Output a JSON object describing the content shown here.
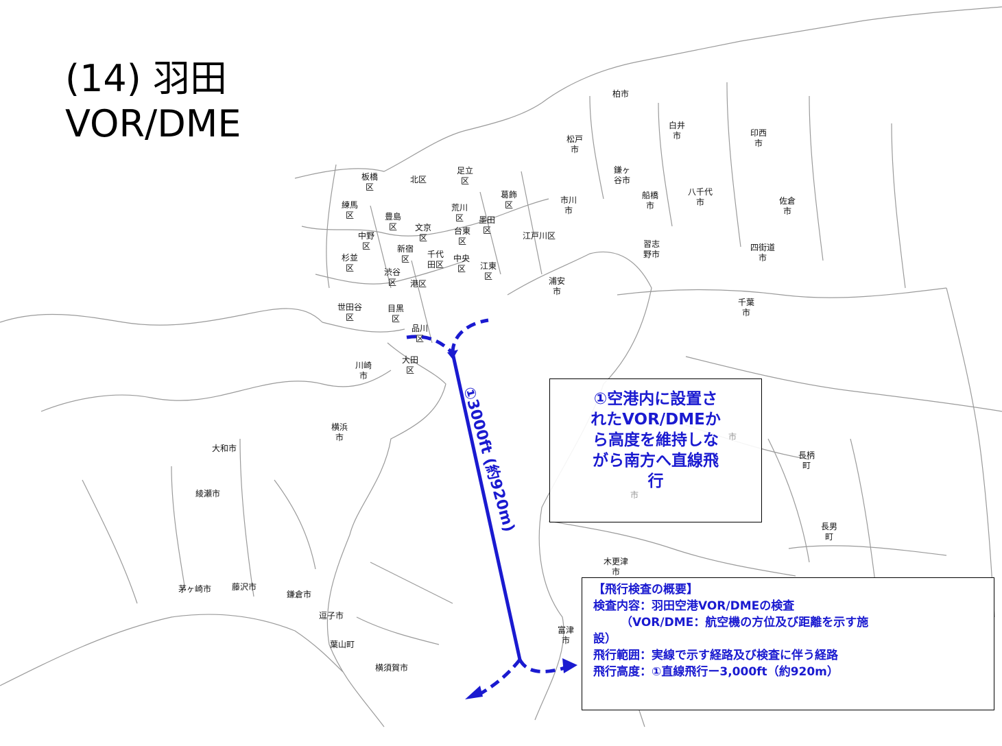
{
  "title": {
    "line1": "(14) 羽田",
    "line2": "VOR/DME"
  },
  "places": {
    "kashiwa": "柏市",
    "shiroi_1": "白井",
    "shiroi_2": "市",
    "matsudo_1": "松戸",
    "matsudo_2": "市",
    "inzai_1": "印西",
    "inzai_2": "市",
    "kamagaya_1": "鎌ヶ",
    "kamagaya_2": "谷市",
    "itabashi_1": "板橋",
    "itabashi_2": "区",
    "kita": "北区",
    "adachi_1": "足立",
    "adachi_2": "区",
    "katsushika_1": "葛飾",
    "katsushika_2": "区",
    "ichikawa_1": "市川",
    "ichikawa_2": "市",
    "funabashi_1": "船橋",
    "funabashi_2": "市",
    "yachiyo_1": "八千代",
    "yachiyo_2": "市",
    "sakura_1": "佐倉",
    "sakura_2": "市",
    "nerima_1": "練馬",
    "nerima_2": "区",
    "toshima_1": "豊島",
    "toshima_2": "区",
    "arakawa_1": "荒川",
    "arakawa_2": "区",
    "bunkyo_1": "文京",
    "bunkyo_2": "区",
    "taito_1": "台東",
    "taito_2": "区",
    "sumida_1": "墨田",
    "sumida_2": "区",
    "nakano_1": "中野",
    "nakano_2": "区",
    "edogawa": "江戸川区",
    "narashino_1": "習志",
    "narashino_2": "野市",
    "yotsukaido_1": "四街道",
    "yotsukaido_2": "市",
    "shinjuku_1": "新宿",
    "shinjuku_2": "区",
    "chiyoda_1": "千代",
    "chiyoda_2": "田区",
    "chuo_1": "中央",
    "chuo_2": "区",
    "koto_1": "江東",
    "koto_2": "区",
    "suginami_1": "杉並",
    "suginami_2": "区",
    "shibuya_1": "渋谷",
    "shibuya_2": "区",
    "minato": "港区",
    "urayasu_1": "浦安",
    "urayasu_2": "市",
    "chiba_1": "千葉",
    "chiba_2": "市",
    "setagaya_1": "世田谷",
    "setagaya_2": "区",
    "meguro_1": "目黒",
    "meguro_2": "区",
    "shinagawa_1": "品川",
    "shinagawa_2": "区",
    "kawasaki_1": "川崎",
    "kawasaki_2": "市",
    "ota_1": "大田",
    "ota_2": "区",
    "yokohama_1": "横浜",
    "yokohama_2": "市",
    "yamato": "大和市",
    "ayase": "綾瀬市",
    "nagara_1": "長柄",
    "nagara_2": "町",
    "chonan_1": "長男",
    "chonan_2": "町",
    "kisarazu_1": "木更津",
    "kisarazu_2": "市",
    "chigasaki": "茅ヶ崎市",
    "fujisawa": "藤沢市",
    "kamakura": "鎌倉市",
    "zushi": "逗子市",
    "hayama": "葉山町",
    "yokosuka": "横須賀市",
    "futtsu_1": "富津",
    "futtsu_2": "市",
    "hidden_1": "市",
    "hidden_2": "市"
  },
  "route_label": "①3000ft (約920m)",
  "callout": {
    "lines": [
      "①空港内に設置さ",
      "れたVOR/DMEか",
      "ら高度を維持しな",
      "がら南方へ直線飛",
      "行"
    ]
  },
  "summary": {
    "heading": "【飛行検査の概要】",
    "content": "検査内容：羽田空港VOR/DMEの検査",
    "note_1": "（VOR/DME：航空機の方位及び距離を示す施",
    "note_2": "設）",
    "range": "飛行範囲：実線で示す経路及び検査に伴う経路",
    "altitude": "飛行高度：①直線飛行ー3,000ft（約920m）"
  },
  "colors": {
    "route": "#1a1ad0",
    "boundary": "#9a9a9a",
    "text": "#1a1ad0"
  }
}
